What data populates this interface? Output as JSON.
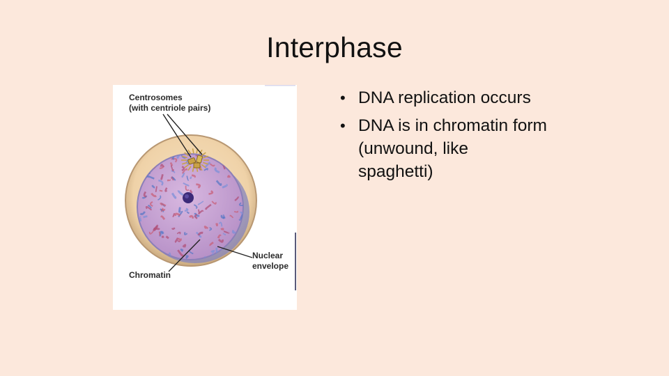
{
  "slide": {
    "title": "Interphase",
    "bullets": [
      "DNA replication occurs",
      "DNA is in chromatin form (unwound, like spaghetti)"
    ],
    "figure": {
      "labels": {
        "centrosomes_line1": "Centrosomes",
        "centrosomes_line2": "(with centriole pairs)",
        "nuclear_line1": "Nuclear",
        "nuclear_line2": "envelope",
        "chromatin": "Chromatin"
      }
    }
  },
  "colors": {
    "background": "#fce8dc",
    "cytoplasm": "#f2d7b0",
    "nucleus": "#c8a6d6",
    "chromatin_blue": "#5a78c6",
    "chromatin_red": "#c8607a"
  }
}
